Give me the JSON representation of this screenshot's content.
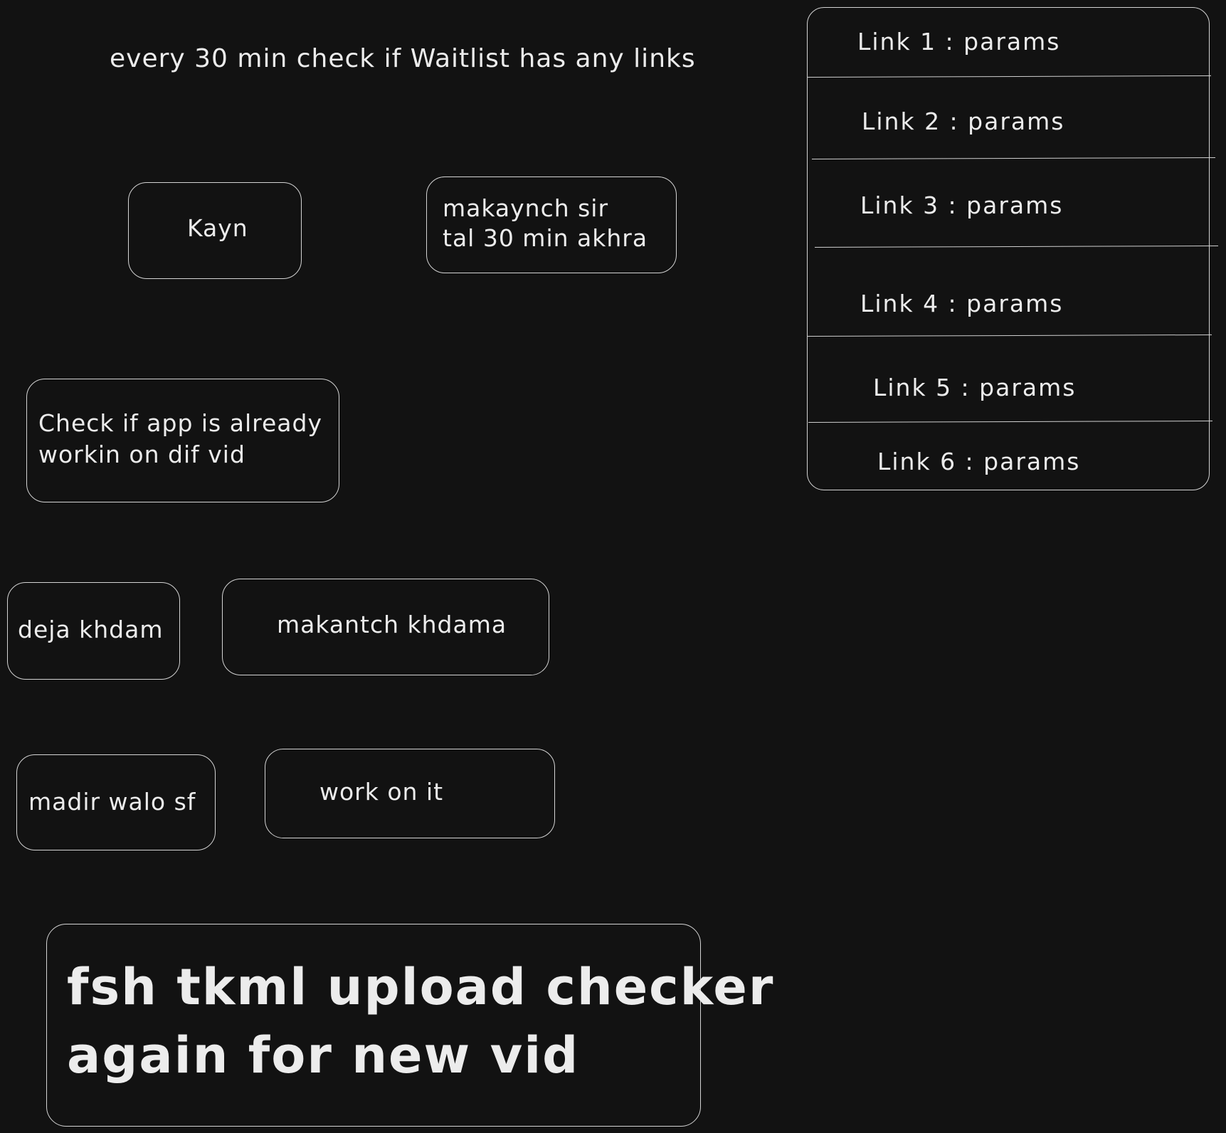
{
  "heading": "every 30 min check if Waitlist has any links",
  "nodes": {
    "kayn": "Kayn",
    "makaynch_sir_1": "makaynch sir",
    "makaynch_sir_2": "tal 30 min akhra",
    "check_app_1": "Check if app is already",
    "check_app_2": "workin on dif vid",
    "deja_khdam": "deja khdam",
    "makantch_khdama": "makantch khdama",
    "madir_walo": "madir walo sf",
    "work_on_it": "work on it",
    "final_1": "fsh tkml upload checker",
    "final_2": "again for new vid"
  },
  "waitlist": {
    "links": [
      "Link 1 : params",
      "Link 2 : params",
      "Link 3 : params",
      "Link 4 : params",
      "Link 5 : params",
      "Link 6 : params"
    ]
  }
}
